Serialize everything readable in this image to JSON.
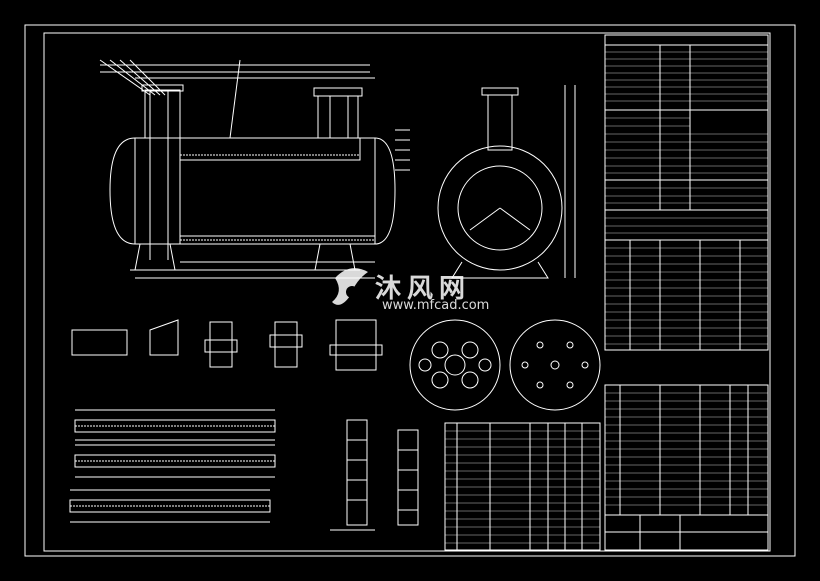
{
  "watermark": {
    "brand": "沐风网",
    "url": "www.mfcad.com"
  },
  "drawing": {
    "type": "horizontal pressure vessel engineering drawing",
    "background_color": "#000000",
    "line_color": "#ffffff"
  }
}
